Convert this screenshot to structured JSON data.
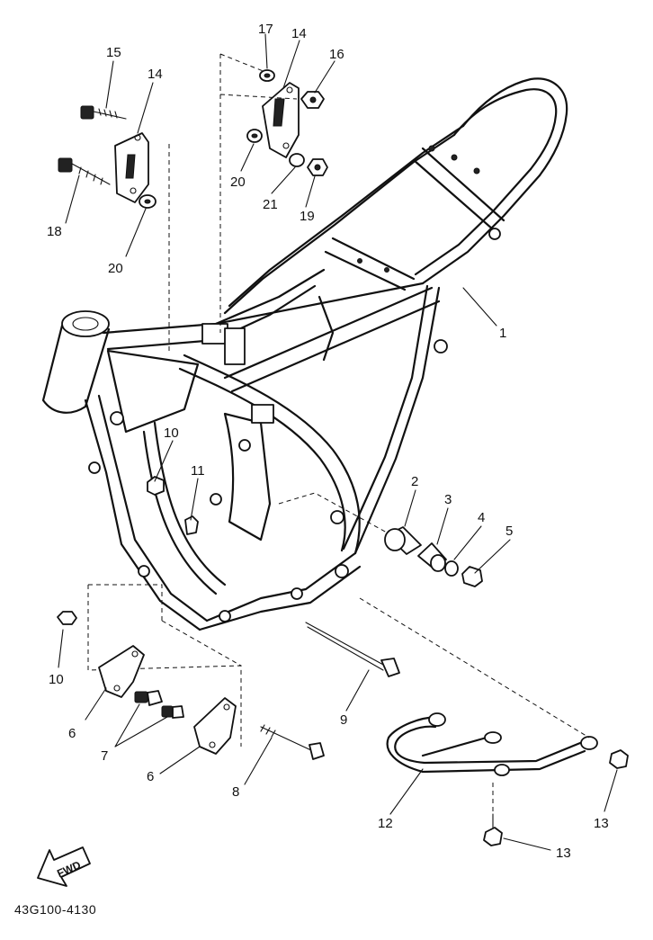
{
  "diagram_code": "43G100-4130",
  "fwd_label": "FWD",
  "callouts": {
    "c1": "1",
    "c2": "2",
    "c3": "3",
    "c4": "4",
    "c5": "5",
    "c6a": "6",
    "c6b": "6",
    "c7": "7",
    "c8": "8",
    "c9": "9",
    "c10a": "10",
    "c10b": "10",
    "c11": "11",
    "c12": "12",
    "c13a": "13",
    "c13b": "13",
    "c14a": "14",
    "c14b": "14",
    "c15": "15",
    "c16": "16",
    "c17": "17",
    "c18": "18",
    "c19": "19",
    "c20a": "20",
    "c20b": "20",
    "c21": "21"
  }
}
